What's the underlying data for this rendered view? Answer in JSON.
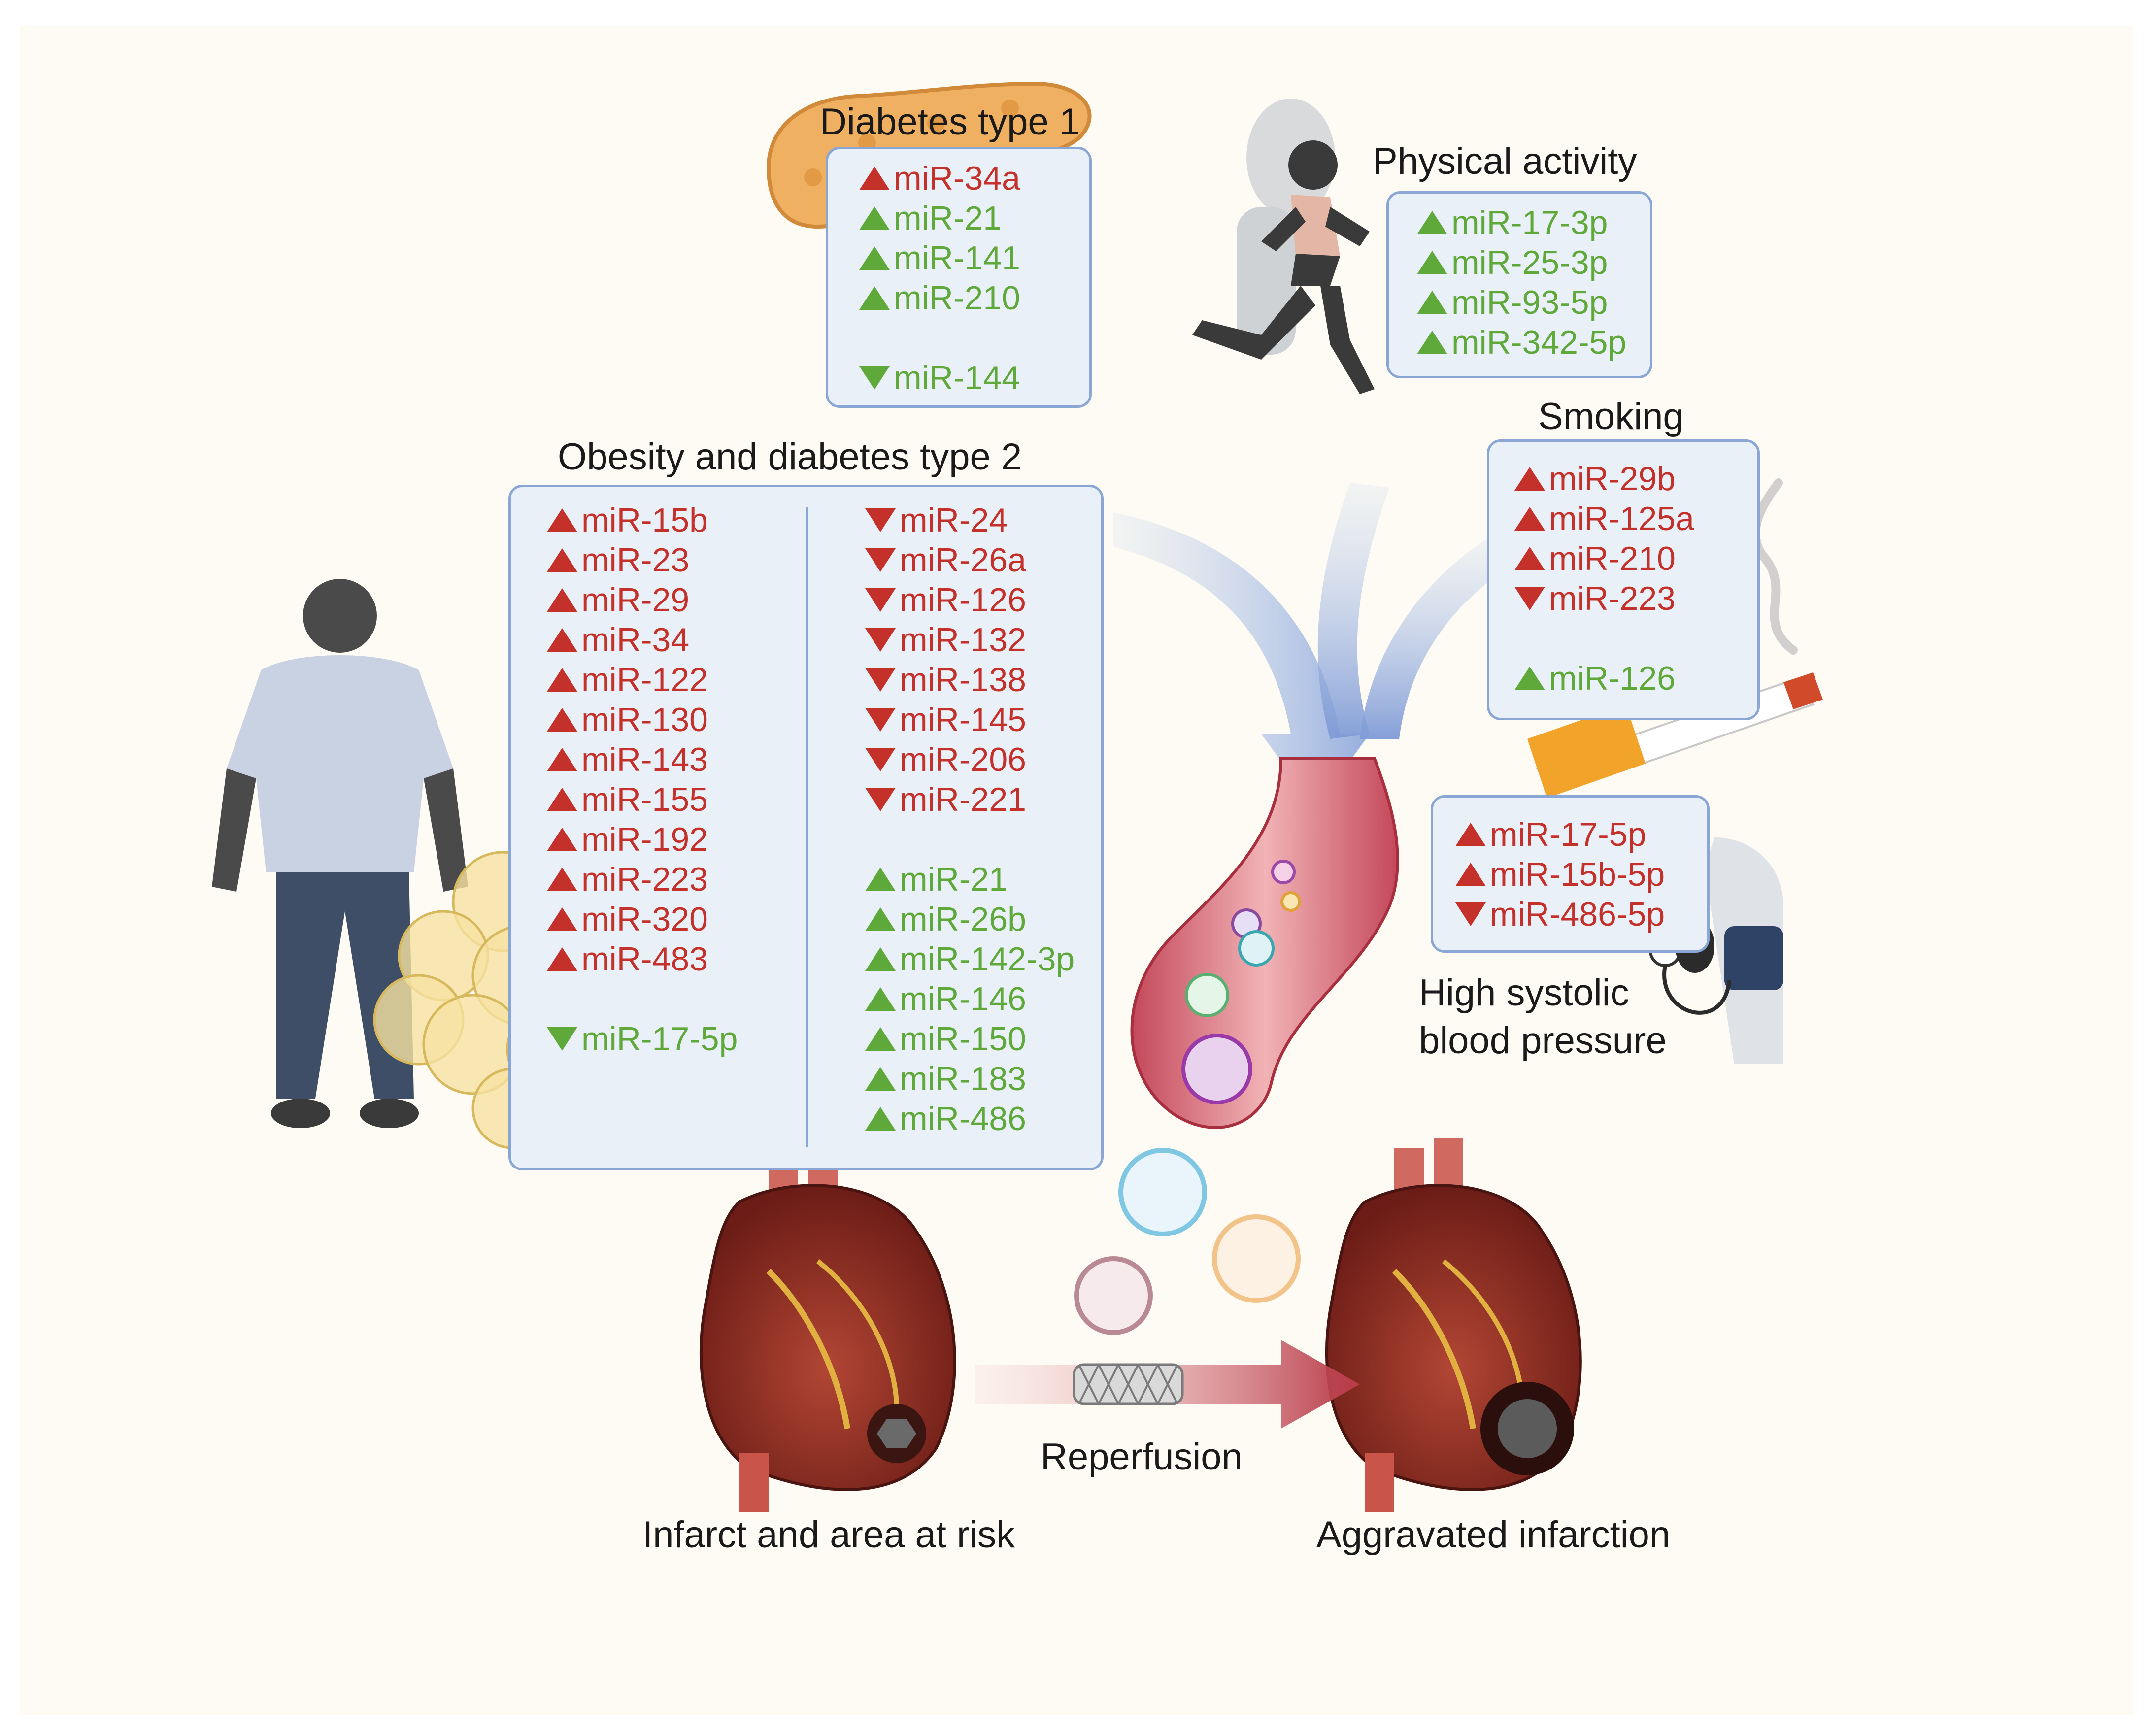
{
  "labels": {
    "diabetes1": "Diabetes type 1",
    "physical": "Physical activity",
    "smoking": "Smoking",
    "obesity": "Obesity and diabetes type 2",
    "bp_line1": "High systolic",
    "bp_line2": "blood pressure",
    "reperfusion": "Reperfusion",
    "infarct": "Infarct and area at risk",
    "aggravated": "Aggravated infarction"
  },
  "colors": {
    "up_marker": "#c4312b",
    "protective_marker": "#5fa83a",
    "box_border": "#8aa6d4",
    "box_fill": "#eaf0f8"
  },
  "diabetes1": [
    {
      "name": "miR-34a",
      "dir": "up",
      "color": "red"
    },
    {
      "name": "miR-21",
      "dir": "up",
      "color": "green"
    },
    {
      "name": "miR-141",
      "dir": "up",
      "color": "green"
    },
    {
      "name": "miR-210",
      "dir": "up",
      "color": "green"
    },
    {
      "name": "miR-144",
      "dir": "down",
      "color": "green"
    }
  ],
  "physical": [
    {
      "name": "miR-17-3p",
      "dir": "up",
      "color": "green"
    },
    {
      "name": "miR-25-3p",
      "dir": "up",
      "color": "green"
    },
    {
      "name": "miR-93-5p",
      "dir": "up",
      "color": "green"
    },
    {
      "name": "miR-342-5p",
      "dir": "up",
      "color": "green"
    }
  ],
  "smoking": [
    {
      "name": "miR-29b",
      "dir": "up",
      "color": "red"
    },
    {
      "name": "miR-125a",
      "dir": "up",
      "color": "red"
    },
    {
      "name": "miR-210",
      "dir": "up",
      "color": "red"
    },
    {
      "name": "miR-223",
      "dir": "down",
      "color": "red"
    },
    {
      "name": "miR-126",
      "dir": "up",
      "color": "green"
    }
  ],
  "bp": [
    {
      "name": "miR-17-5p",
      "dir": "up",
      "color": "red"
    },
    {
      "name": "miR-15b-5p",
      "dir": "up",
      "color": "red"
    },
    {
      "name": "miR-486-5p",
      "dir": "down",
      "color": "red"
    }
  ],
  "obesity_left": [
    {
      "name": "miR-15b",
      "dir": "up",
      "color": "red"
    },
    {
      "name": "miR-23",
      "dir": "up",
      "color": "red"
    },
    {
      "name": "miR-29",
      "dir": "up",
      "color": "red"
    },
    {
      "name": "miR-34",
      "dir": "up",
      "color": "red"
    },
    {
      "name": "miR-122",
      "dir": "up",
      "color": "red"
    },
    {
      "name": "miR-130",
      "dir": "up",
      "color": "red"
    },
    {
      "name": "miR-143",
      "dir": "up",
      "color": "red"
    },
    {
      "name": "miR-155",
      "dir": "up",
      "color": "red"
    },
    {
      "name": "miR-192",
      "dir": "up",
      "color": "red"
    },
    {
      "name": "miR-223",
      "dir": "up",
      "color": "red"
    },
    {
      "name": "miR-320",
      "dir": "up",
      "color": "red"
    },
    {
      "name": "miR-483",
      "dir": "up",
      "color": "red"
    },
    {
      "name": "miR-17-5p",
      "dir": "down",
      "color": "green"
    }
  ],
  "obesity_right": [
    {
      "name": "miR-24",
      "dir": "down",
      "color": "red"
    },
    {
      "name": "miR-26a",
      "dir": "down",
      "color": "red"
    },
    {
      "name": "miR-126",
      "dir": "down",
      "color": "red"
    },
    {
      "name": "miR-132",
      "dir": "down",
      "color": "red"
    },
    {
      "name": "miR-138",
      "dir": "down",
      "color": "red"
    },
    {
      "name": "miR-145",
      "dir": "down",
      "color": "red"
    },
    {
      "name": "miR-206",
      "dir": "down",
      "color": "red"
    },
    {
      "name": "miR-221",
      "dir": "down",
      "color": "red"
    },
    {
      "name": "miR-21",
      "dir": "up",
      "color": "green"
    },
    {
      "name": "miR-26b",
      "dir": "up",
      "color": "green"
    },
    {
      "name": "miR-142-3p",
      "dir": "up",
      "color": "green"
    },
    {
      "name": "miR-146",
      "dir": "up",
      "color": "green"
    },
    {
      "name": "miR-150",
      "dir": "up",
      "color": "green"
    },
    {
      "name": "miR-183",
      "dir": "up",
      "color": "green"
    },
    {
      "name": "miR-486",
      "dir": "up",
      "color": "green"
    }
  ]
}
